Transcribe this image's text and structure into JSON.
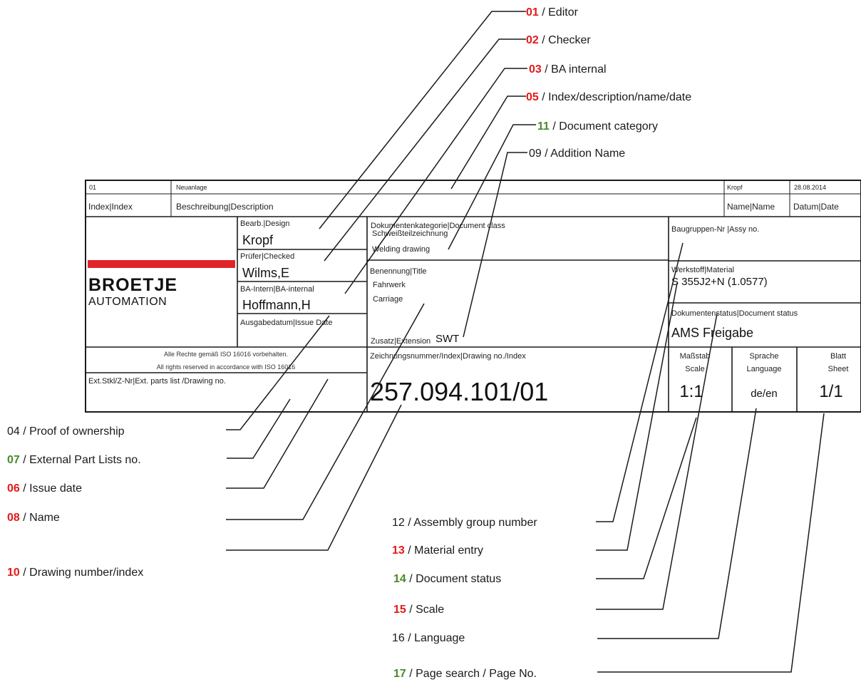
{
  "title_block": {
    "rev_index": "01",
    "rev_description": "Neuanlage",
    "rev_name": "Kropf",
    "rev_date": "28.08.2014",
    "hdr_index": "Index|Index",
    "hdr_description": "Beschreibung|Description",
    "hdr_name": "Name|Name",
    "hdr_date": "Datum|Date",
    "design_label": "Bearb.|Design",
    "design_value": "Kropf",
    "checked_label": "Prüfer|Checked",
    "checked_value": "Wilms,E",
    "internal_label": "BA-Intern|BA-internal",
    "internal_value": "Hoffmann,H",
    "issue_label": "Ausgabedatum|Issue Date",
    "doc_class_label": "Dokumentenkategorie|Document class",
    "doc_class_value_de": "Schweißteilzeichnung",
    "doc_class_value_en": "Welding drawing",
    "title_label": "Benennung|Title",
    "title_value_de": "Fahrwerk",
    "title_value_en": "Carriage",
    "extension_label": "Zusatz|Extension",
    "extension_value": "SWT",
    "assy_label": "Baugruppen-Nr |Assy no.",
    "material_label": "Werkstoff|Material",
    "material_value": "S 355J2+N (1.0577)",
    "doc_status_label": "Dokumentenstatus|Document status",
    "doc_status_value": "AMS Freigabe",
    "rights_de": "Alle Rechte gemäß ISO 16016 vorbehalten.",
    "rights_en": "All rights reserved in accordance with ISO 16016",
    "ext_parts_label": "Ext.Stkl/Z-Nr|Ext. parts list /Drawing no.",
    "drawing_no_label": "Zeichnungsnummer/Index|Drawing no./Index",
    "drawing_no_value": "257.094.101/01",
    "scale_label_de": "Maßstab",
    "scale_label_en": "Scale",
    "scale_value": "1:1",
    "language_label_de": "Sprache",
    "language_label_en": "Language",
    "language_value": "de/en",
    "sheet_label_de": "Blatt",
    "sheet_label_en": "Sheet",
    "sheet_value": "1/1",
    "logo_line1": "BROETJE",
    "logo_line2": "AUTOMATION"
  },
  "callouts": [
    {
      "num": "01",
      "text": " / Editor",
      "color": "red"
    },
    {
      "num": "02",
      "text": " / Checker",
      "color": "red"
    },
    {
      "num": "03",
      "text": " / BA internal",
      "color": "red"
    },
    {
      "num": "05",
      "text": " / Index/description/name/date",
      "color": "red"
    },
    {
      "num": "11",
      "text": " / Document category",
      "color": "green"
    },
    {
      "num": "09",
      "text": " / Addition Name",
      "color": "plain"
    },
    {
      "num": "04",
      "text": " / Proof of ownership",
      "color": "plain"
    },
    {
      "num": "07",
      "text": " / External Part Lists no.",
      "color": "green"
    },
    {
      "num": "06",
      "text": " / Issue date",
      "color": "red"
    },
    {
      "num": "08",
      "text": " / Name",
      "color": "red"
    },
    {
      "num": "10",
      "text": " / Drawing number/index",
      "color": "red"
    },
    {
      "num": "12",
      "text": " / Assembly group number",
      "color": "plain"
    },
    {
      "num": "13",
      "text": " / Material entry",
      "color": "red"
    },
    {
      "num": "14",
      "text": " / Document status",
      "color": "green"
    },
    {
      "num": "15",
      "text": " / Scale",
      "color": "red"
    },
    {
      "num": "16",
      "text": " / Language",
      "color": "plain"
    },
    {
      "num": "17",
      "text": " / Page search / Page No.",
      "color": "green"
    }
  ],
  "colors": {
    "red": "#e11b1b",
    "green": "#4a8a2a",
    "logo_bar": "#e0242a"
  }
}
